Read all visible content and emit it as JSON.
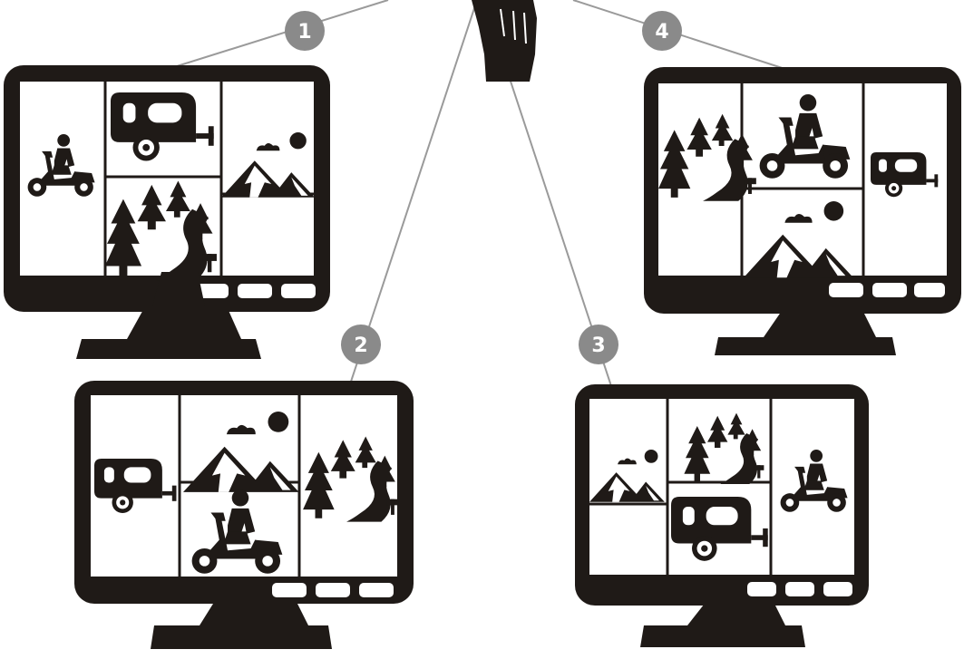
{
  "colors": {
    "ink": "#1f1a17",
    "badge": "#8a8a8a",
    "line": "#9a9a9a",
    "screen": "#ffffff"
  },
  "icons": [
    "scooter-rider-icon",
    "camper-trailer-icon",
    "mountain-sun-icon",
    "forest-river-icon",
    "pointing-hand-icon"
  ],
  "monitors": [
    {
      "badge": "1",
      "layout_order": [
        "scooter-rider-icon",
        "camper-trailer-icon",
        "forest-river-icon",
        "mountain-sun-icon"
      ]
    },
    {
      "badge": "2",
      "layout_order": [
        "camper-trailer-icon",
        "mountain-sun-icon",
        "scooter-rider-icon",
        "forest-river-icon"
      ]
    },
    {
      "badge": "3",
      "layout_order": [
        "mountain-sun-icon",
        "forest-river-icon",
        "camper-trailer-icon",
        "scooter-rider-icon"
      ]
    },
    {
      "badge": "4",
      "layout_order": [
        "forest-river-icon",
        "scooter-rider-icon",
        "mountain-sun-icon",
        "camper-trailer-icon"
      ]
    }
  ]
}
